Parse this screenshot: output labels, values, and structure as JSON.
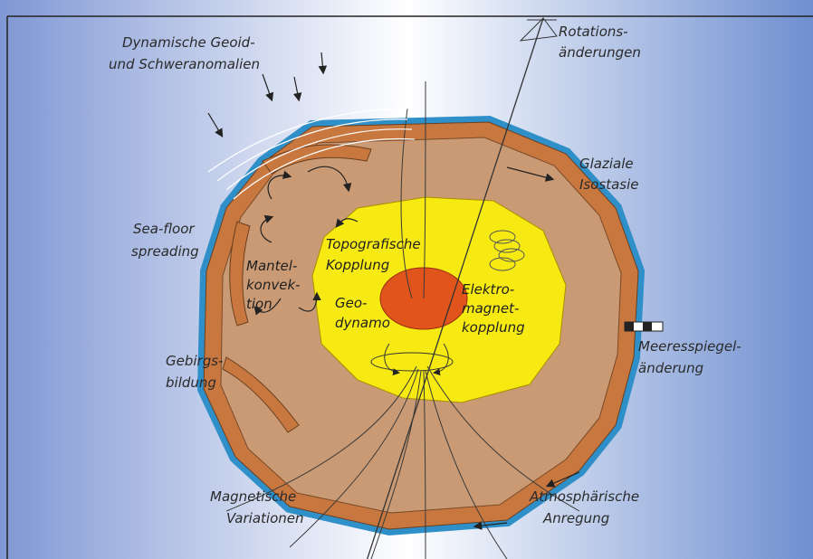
{
  "labels": {
    "geoid": [
      "Dynamische Geoid-",
      "und Schweranomalien"
    ],
    "rotation": [
      "Rotations-",
      "änderungen"
    ],
    "glacial": [
      "Glaziale",
      "Isostasie"
    ],
    "seafloor": [
      "Sea-floor",
      "spreading"
    ],
    "mantle": [
      "Mantel-",
      "konvek-",
      "tion"
    ],
    "topo": [
      "Topografische",
      "Kopplung"
    ],
    "geodynamo": [
      "Geo-",
      "dynamo"
    ],
    "elektro": [
      "Elektro-",
      "magnet-",
      "kopplung"
    ],
    "sealevel": [
      "Meeresspiegel-",
      "änderung"
    ],
    "orogeny": [
      "Gebirgs-",
      "bildung"
    ],
    "magnetic": [
      "Magnetische",
      "Variationen"
    ],
    "atmos": [
      "Atmosphärische",
      "Anregung"
    ]
  },
  "colors": {
    "background_left": "#7f97d4",
    "background_center": "#ffffff",
    "background_right": "#6f8fd0",
    "mantle": "#c99a74",
    "crust": "#c8783f",
    "ocean": "#2f8fc9",
    "outer_core": "#f7ea12",
    "inner_core": "#e1541c",
    "line": "#333333"
  }
}
